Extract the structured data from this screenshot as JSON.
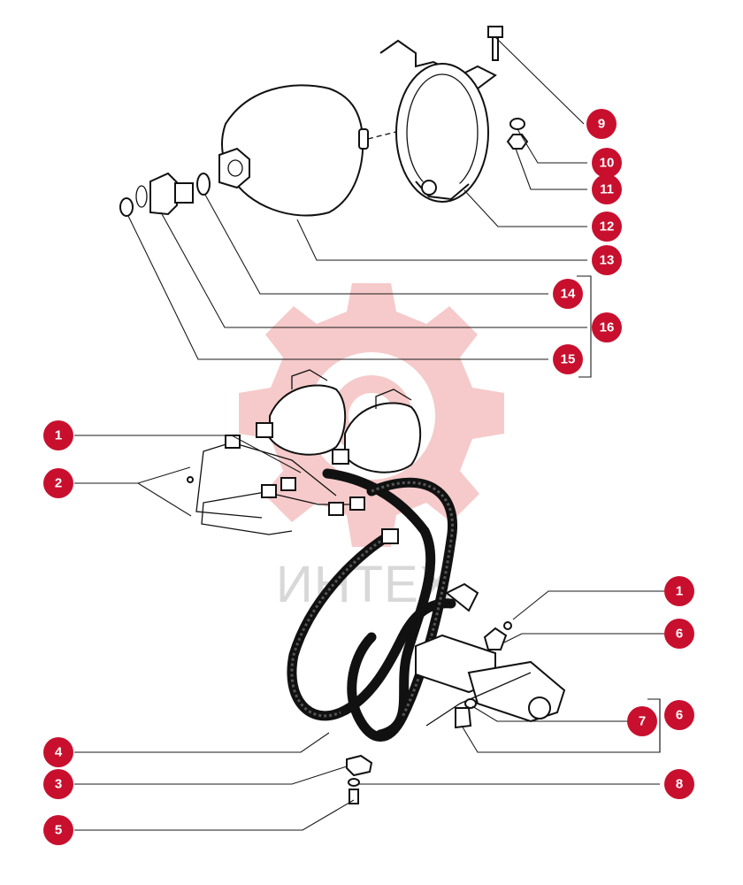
{
  "watermark": {
    "text": "ИНТЕХ",
    "gear_color": "#f6caca"
  },
  "accent_color": "#c8102e",
  "callouts": [
    {
      "id": "c9",
      "label": "9"
    },
    {
      "id": "c10",
      "label": "10"
    },
    {
      "id": "c11",
      "label": "11"
    },
    {
      "id": "c12",
      "label": "12"
    },
    {
      "id": "c13",
      "label": "13"
    },
    {
      "id": "c14",
      "label": "14"
    },
    {
      "id": "c16",
      "label": "16"
    },
    {
      "id": "c15",
      "label": "15"
    },
    {
      "id": "c1a",
      "label": "1"
    },
    {
      "id": "c2",
      "label": "2"
    },
    {
      "id": "c1b",
      "label": "1"
    },
    {
      "id": "c6a",
      "label": "6"
    },
    {
      "id": "c7",
      "label": "7"
    },
    {
      "id": "c6b",
      "label": "6"
    },
    {
      "id": "c4",
      "label": "4"
    },
    {
      "id": "c3",
      "label": "3"
    },
    {
      "id": "c8",
      "label": "8"
    },
    {
      "id": "c5",
      "label": "5"
    }
  ]
}
